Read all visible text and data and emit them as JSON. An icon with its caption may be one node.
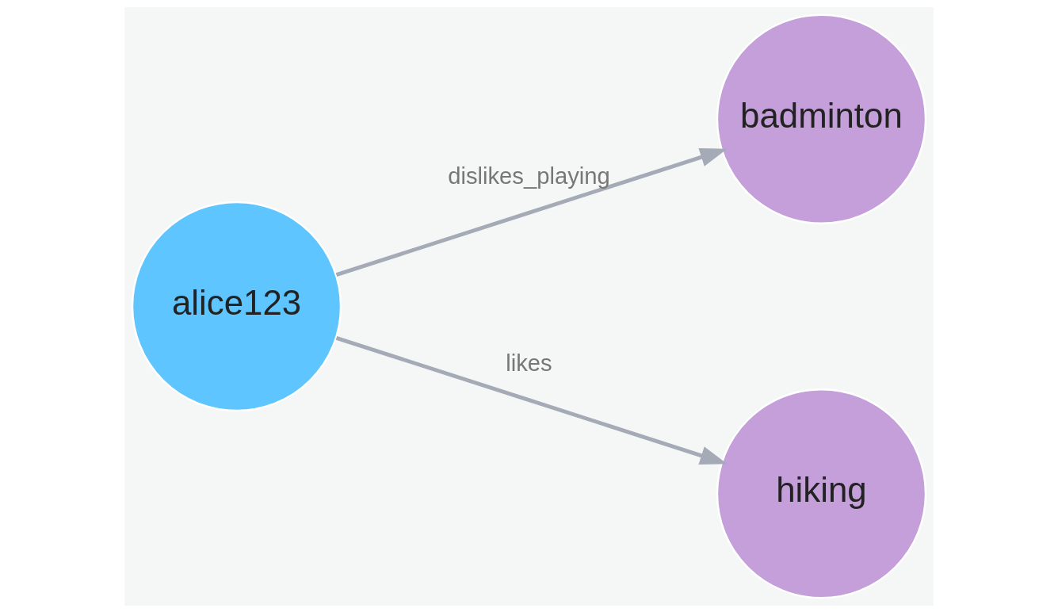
{
  "diagram": {
    "nodes": [
      {
        "text": [
          "badminton"
        ]
      },
      {
        "text": [
          "alice123"
        ]
      },
      {
        "text": [
          "hiking"
        ]
      }
    ],
    "edges": [
      {
        "from": 1,
        "to": 0,
        "label": "dislikes_playing",
        "arrow": "to"
      },
      {
        "from": 1,
        "to": 2,
        "label": "likes",
        "arrow": "to"
      }
    ]
  }
}
